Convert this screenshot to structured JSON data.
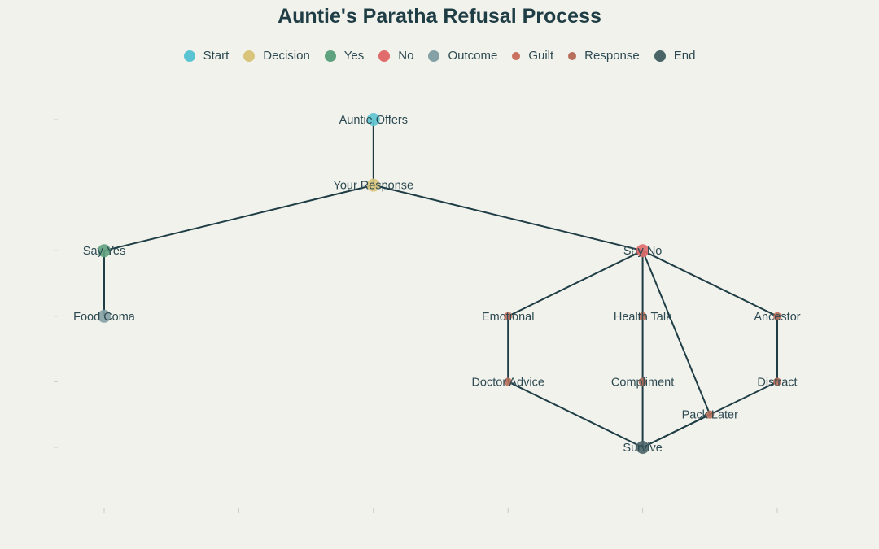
{
  "title": "Auntie's Paratha Refusal Process",
  "legend": [
    {
      "label": "Start",
      "color": "#5bc4d2",
      "size": "large"
    },
    {
      "label": "Decision",
      "color": "#d8c47a",
      "size": "large"
    },
    {
      "label": "Yes",
      "color": "#5fa27f",
      "size": "large"
    },
    {
      "label": "No",
      "color": "#e06c6c",
      "size": "large"
    },
    {
      "label": "Outcome",
      "color": "#85a1a6",
      "size": "large"
    },
    {
      "label": "Guilt",
      "color": "#c9705e",
      "size": "small"
    },
    {
      "label": "Response",
      "color": "#b76e5a",
      "size": "small"
    },
    {
      "label": "End",
      "color": "#4a6468",
      "size": "large"
    }
  ],
  "nodes": [
    {
      "id": "auntie",
      "label": "Auntie Offers",
      "type": "Start",
      "col": 2,
      "level": 0
    },
    {
      "id": "response",
      "label": "Your Response",
      "type": "Decision",
      "col": 2,
      "level": 1
    },
    {
      "id": "yes",
      "label": "Say Yes",
      "type": "Yes",
      "col": 0,
      "level": 2
    },
    {
      "id": "no",
      "label": "Say No",
      "type": "No",
      "col": 4,
      "level": 2
    },
    {
      "id": "coma",
      "label": "Food Coma",
      "type": "Outcome",
      "col": 0,
      "level": 3
    },
    {
      "id": "emotional",
      "label": "Emotional",
      "type": "Guilt",
      "col": 3,
      "level": 3
    },
    {
      "id": "health",
      "label": "Health Talk",
      "type": "Response",
      "col": 4,
      "level": 3
    },
    {
      "id": "ancestor",
      "label": "Ancestor",
      "type": "Response",
      "col": 5,
      "level": 3
    },
    {
      "id": "doctor",
      "label": "Doctor Advice",
      "type": "Response",
      "col": 3,
      "level": 4
    },
    {
      "id": "compliment",
      "label": "Compliment",
      "type": "Response",
      "col": 4,
      "level": 4
    },
    {
      "id": "distract",
      "label": "Distract",
      "type": "Response",
      "col": 5,
      "level": 4
    },
    {
      "id": "pack",
      "label": "Pack Later",
      "type": "Response",
      "col": 4.5,
      "level": 4.5
    },
    {
      "id": "survive",
      "label": "Survive",
      "type": "End",
      "col": 4,
      "level": 5
    }
  ],
  "edges": [
    [
      "auntie",
      "response"
    ],
    [
      "response",
      "yes"
    ],
    [
      "response",
      "no"
    ],
    [
      "yes",
      "coma"
    ],
    [
      "no",
      "emotional"
    ],
    [
      "no",
      "health"
    ],
    [
      "no",
      "pack"
    ],
    [
      "no",
      "ancestor"
    ],
    [
      "emotional",
      "doctor"
    ],
    [
      "health",
      "compliment"
    ],
    [
      "ancestor",
      "distract"
    ],
    [
      "doctor",
      "survive"
    ],
    [
      "compliment",
      "survive"
    ],
    [
      "pack",
      "survive"
    ],
    [
      "distract",
      "survive"
    ]
  ],
  "edge_color": "#1e3d45"
}
